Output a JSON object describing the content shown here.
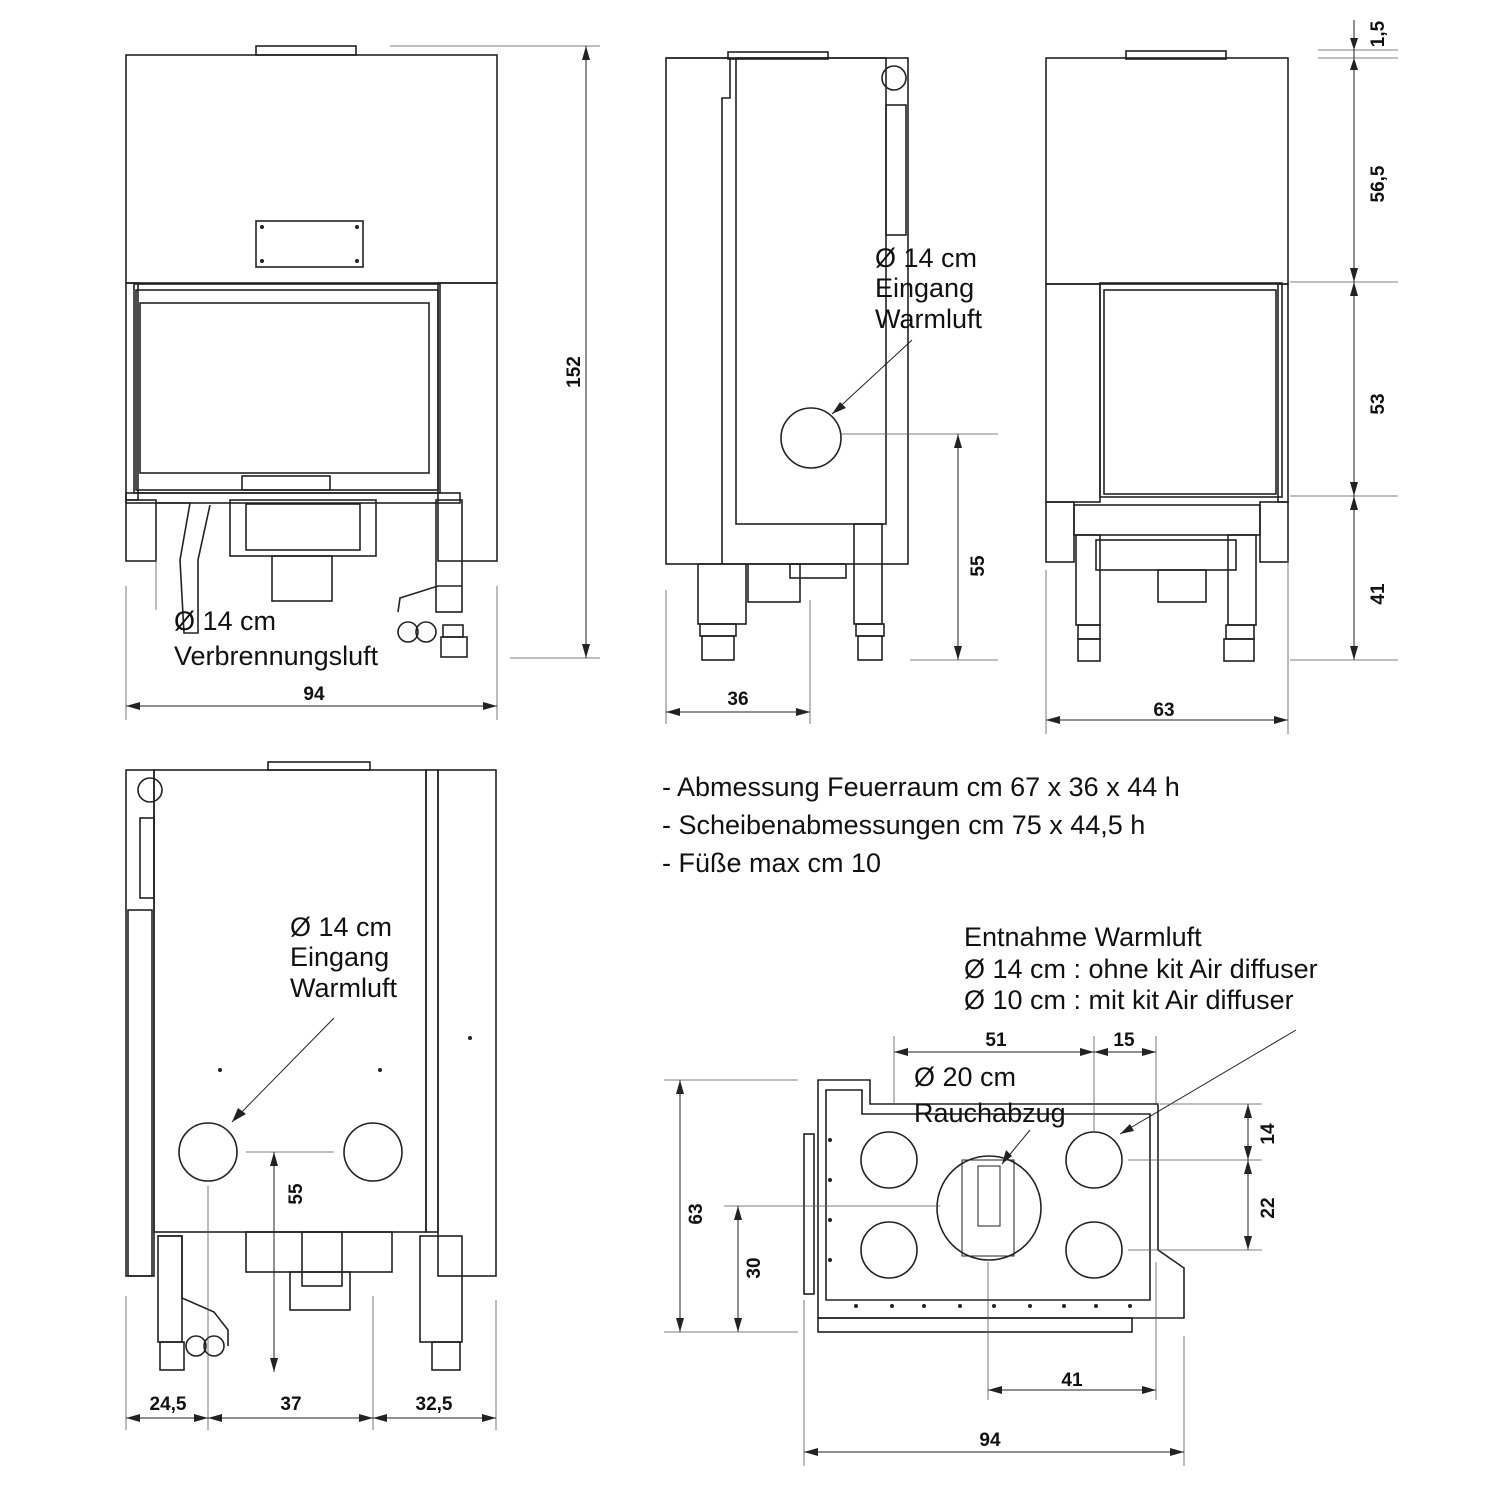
{
  "views": {
    "front": {
      "height": "152",
      "width": "94",
      "label_line1": "Ø 14 cm",
      "label_line2": "Verbrennungsluft"
    },
    "side": {
      "label_line1": "Ø 14 cm",
      "label_line2": "Eingang",
      "label_line3": "Warmluft",
      "inlet_height": "55",
      "width": "36"
    },
    "right": {
      "dims": [
        "1,5",
        "56,5",
        "53",
        "41"
      ],
      "width": "63"
    },
    "back": {
      "label_line1": "Ø 14 cm",
      "label_line2": "Eingang",
      "label_line3": "Warmluft",
      "inlet_height": "55",
      "bottom_dims": [
        "24,5",
        "37",
        "32,5"
      ]
    },
    "top": {
      "heading": "Entnahme Warmluft",
      "line2": "Ø 14 cm : ohne kit Air diffuser",
      "line3": "Ø 10 cm : mit kit Air diffuser",
      "flue_line1": "Ø 20 cm",
      "flue_line2": "Rauchabzug",
      "dims": {
        "top_a": "51",
        "top_b": "15",
        "right_a": "14",
        "right_b": "22",
        "left_a": "63",
        "left_b": "30",
        "bottom_a": "41",
        "bottom_b": "94"
      }
    }
  },
  "notes": [
    "- Abmessung Feuerraum cm 67 x 36 x 44 h",
    "- Scheibenabmessungen cm 75 x 44,5 h",
    "- Füße max cm 10"
  ]
}
